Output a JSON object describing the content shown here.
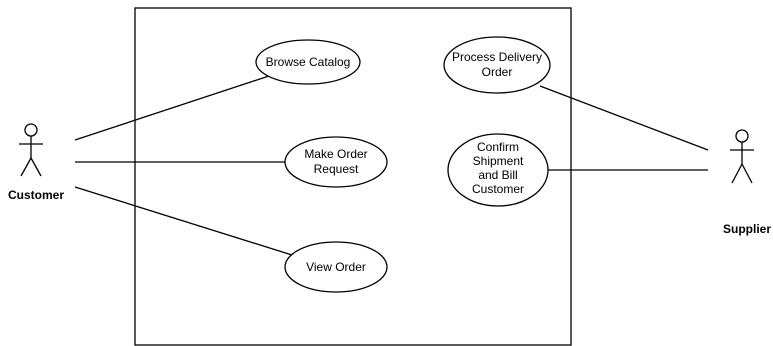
{
  "actors": {
    "customer": {
      "name": "Customer"
    },
    "supplier": {
      "name": "Supplier"
    }
  },
  "use_cases": {
    "browse_catalog": {
      "lines": [
        "Browse Catalog"
      ]
    },
    "make_order_request": {
      "lines": [
        "Make Order",
        "Request"
      ]
    },
    "view_order": {
      "lines": [
        "View Order"
      ]
    },
    "process_delivery_order": {
      "lines": [
        "Process Delivery",
        "Order"
      ]
    },
    "confirm_shipment": {
      "lines": [
        "Confirm",
        "Shipment",
        "and Bill",
        "Customer"
      ]
    }
  }
}
